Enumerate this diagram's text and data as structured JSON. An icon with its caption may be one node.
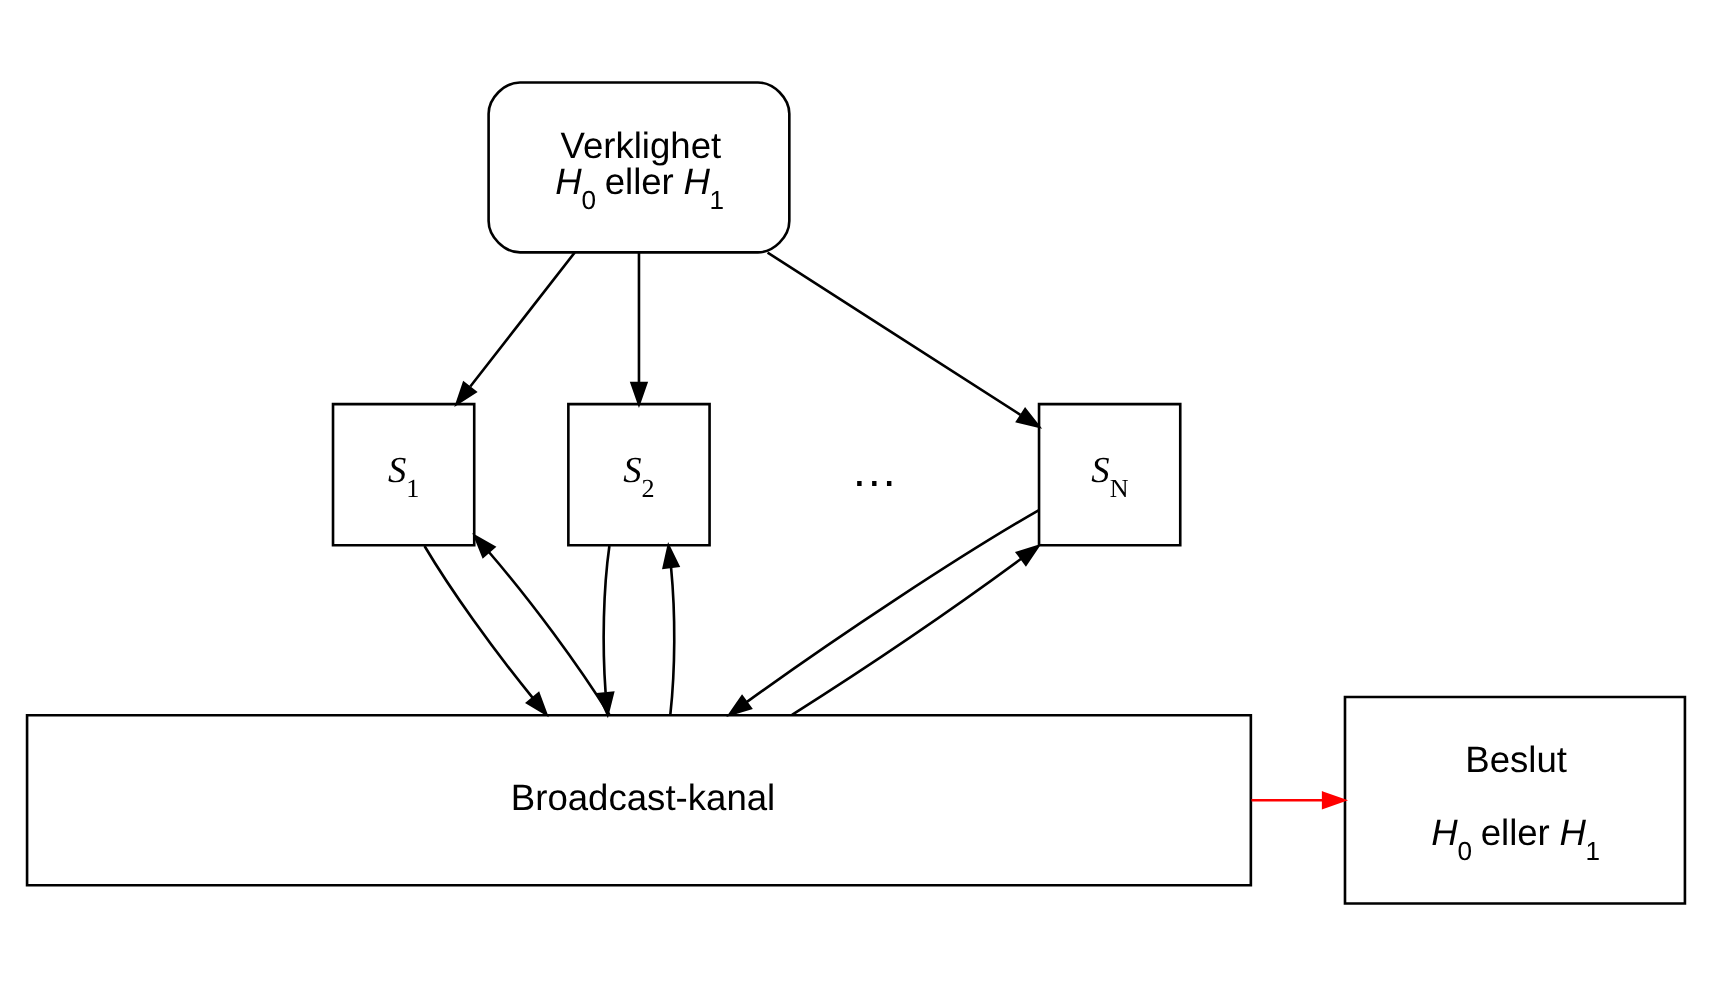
{
  "diagram": {
    "nodes": [
      {
        "text": [
          "Verklighet",
          "*H*$_{0}$ eller *H*$_{1}$"
        ]
      },
      {
        "text": [
          "*S*$_{1}$"
        ]
      },
      {
        "text": [
          "*S*$_{2}$"
        ]
      },
      {
        "text": [
          "*S*$_{N}$"
        ]
      },
      {
        "text": [
          "Broadcast-kanal"
        ]
      },
      {
        "text": [
          "Beslut",
          "*H*$_{0}$ eller *H*$_{1}$"
        ]
      }
    ],
    "edges": [
      {
        "from": 0,
        "to": 1,
        "arrow": "to"
      },
      {
        "from": 0,
        "to": 2,
        "arrow": "to"
      },
      {
        "from": 0,
        "to": 3,
        "arrow": "to"
      },
      {
        "from": 1,
        "to": 4,
        "arrow": "to"
      },
      {
        "from": 4,
        "to": 1,
        "arrow": "to"
      },
      {
        "from": 2,
        "to": 4,
        "arrow": "to"
      },
      {
        "from": 4,
        "to": 2,
        "arrow": "to"
      },
      {
        "from": 3,
        "to": 4,
        "arrow": "to"
      },
      {
        "from": 4,
        "to": 3,
        "arrow": "to"
      },
      {
        "from": 4,
        "to": 5,
        "arrow": "to",
        "color": "#ff0000"
      }
    ],
    "labels": [
      "…"
    ]
  }
}
